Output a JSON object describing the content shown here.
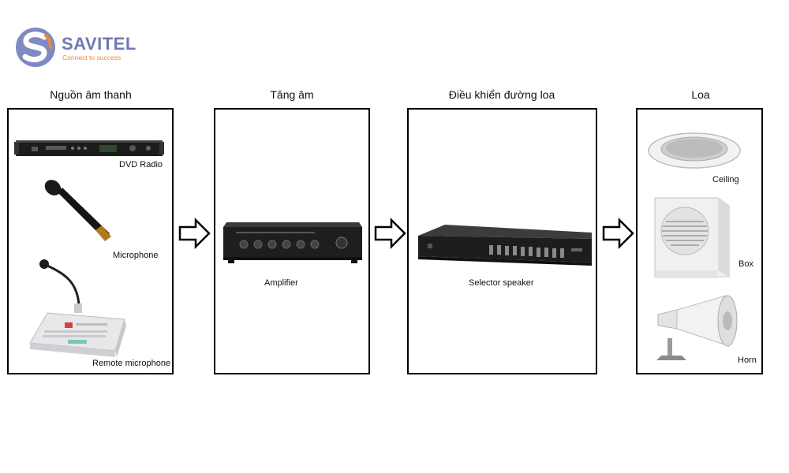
{
  "brand": {
    "name": "SAVITEL",
    "tagline": "Connect to success",
    "colors": {
      "primary": "#6d7bb3",
      "accent": "#e98a3b"
    }
  },
  "stages": [
    {
      "title": "Nguồn âm thanh",
      "devices": [
        {
          "label": "DVD Radio",
          "icon": "dvd-radio-device"
        },
        {
          "label": "Microphone",
          "icon": "handheld-microphone"
        },
        {
          "label": "Remote microphone",
          "icon": "paging-console"
        }
      ]
    },
    {
      "title": "Tăng âm",
      "devices": [
        {
          "label": "Amplifier",
          "icon": "amplifier-device"
        }
      ]
    },
    {
      "title": "Điều khiển đường loa",
      "devices": [
        {
          "label": "Selector speaker",
          "icon": "speaker-selector-device"
        }
      ]
    },
    {
      "title": "Loa",
      "devices": [
        {
          "label": "Ceiling",
          "icon": "ceiling-speaker"
        },
        {
          "label": "Box",
          "icon": "box-speaker"
        },
        {
          "label": "Horn",
          "icon": "horn-speaker"
        }
      ]
    }
  ],
  "connectors": [
    "arrow-right-icon",
    "arrow-right-icon",
    "arrow-right-icon"
  ]
}
